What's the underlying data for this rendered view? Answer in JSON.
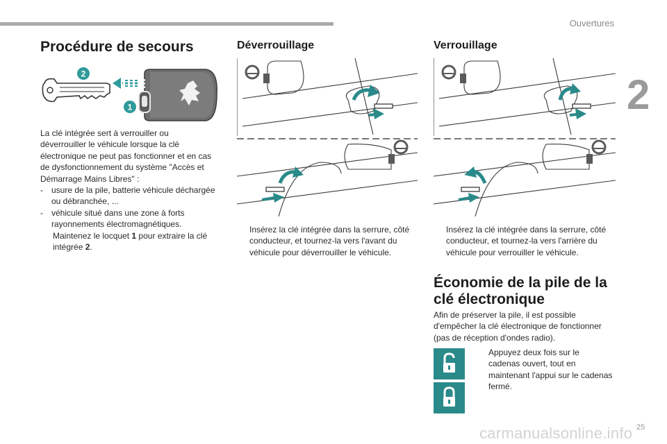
{
  "header": {
    "section": "Ouvertures",
    "chapter": "2"
  },
  "left": {
    "title": "Procédure de secours",
    "callout_1": "1",
    "callout_2": "2",
    "intro_lines": [
      "La clé intégrée sert à verrouiller ou",
      "déverrouiller le véhicule lorsque la clé",
      "électronique ne peut pas fonctionner et en cas",
      "de dysfonctionnement du système \"Accès et",
      "Démarrage Mains Libres\" :"
    ],
    "dash_items": [
      {
        "bullet": "-",
        "lines": [
          "usure de la pile, batterie véhicule déchargée",
          "ou débranchée, ..."
        ]
      },
      {
        "bullet": "-",
        "lines": [
          "véhicule situé dans une zone à forts",
          "rayonnements électromagnétiques."
        ]
      }
    ],
    "step": {
      "bullet": "",
      "pre": "Maintenez le locquet ",
      "n1": "1",
      "mid": " pour extraire la clé",
      "line2_pre": "intégrée ",
      "n2": "2",
      "line2_post": "."
    }
  },
  "middle": {
    "title": "Déverrouillage",
    "step_bullet": "",
    "step_lines": [
      "Insérez la clé intégrée dans la serrure, côté",
      "conducteur, et tournez-la vers l'avant du",
      "véhicule pour déverrouiller le véhicule."
    ]
  },
  "right": {
    "title": "Verrouillage",
    "step_bullet": "",
    "step_lines": [
      "Insérez la clé intégrée dans la serrure, côté",
      "conducteur, et tournez-la vers l'arrière du",
      "véhicule pour verrouiller le véhicule."
    ],
    "eco_title_lines": [
      "Économie de la pile de la",
      "clé électronique"
    ],
    "eco_intro_lines": [
      "Afin de préserver la pile, il est possible",
      "d'empêcher la clé électronique de fonctionner",
      "(pas de réception d'ondes radio)."
    ],
    "eco_step_bullet": "",
    "eco_step_lines": [
      "Appuyez deux fois sur le",
      "cadenas ouvert, tout en",
      "maintenant l'appui sur le cadenas",
      "fermé."
    ]
  },
  "colors": {
    "teal": "#2a8a8a",
    "key_fob": "#6e6e6e",
    "callout": "#2f9a9a"
  },
  "footer": {
    "page_number": "25",
    "watermark": "carmanualsonline.info"
  }
}
